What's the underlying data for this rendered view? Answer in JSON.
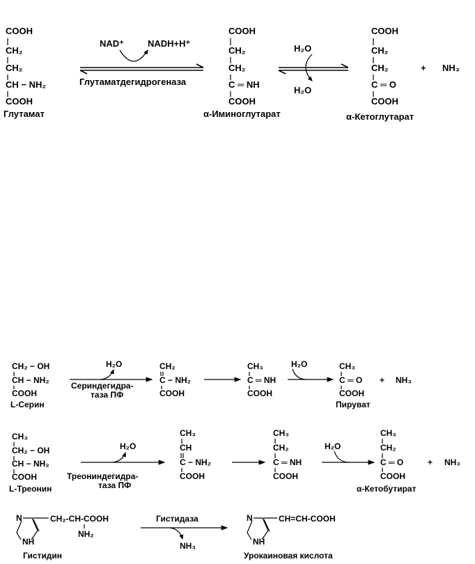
{
  "glutamate_reaction": {
    "glutamate": {
      "l1": "COOH",
      "l2": "CH₂",
      "l3": "CH₂",
      "l4": "CH − NH₂",
      "l5": "COOH",
      "name": "Глутамат"
    },
    "cofactor_in": "NAD⁺",
    "cofactor_out": "NADH+H⁺",
    "enzyme": "Глутаматдегидрогеназа",
    "iminoglutarate": {
      "l1": "COOH",
      "l2": "CH₂",
      "l3": "CH₂",
      "l4": "C ═ NH",
      "l5": "COOH",
      "name": "α-Иминоглутарат"
    },
    "water_top": "H₂O",
    "water_bottom": "H₂O",
    "ketoglutarate": {
      "l1": "COOH",
      "l2": "CH₂",
      "l3": "CH₂",
      "l4": "C ═ O",
      "l5": "COOH",
      "name": "α-Кетоглутарат"
    },
    "plus": "+",
    "ammonia": "NH₃"
  },
  "serine_reaction": {
    "serine": {
      "l1": "CH₂ − OH",
      "l2": "CH − NH₂",
      "l3": "COOH",
      "name": "L-Серин"
    },
    "water": "H₂O",
    "enzyme_l1": "Сериндегидра-",
    "enzyme_l2": "таза ПФ",
    "int1": {
      "l1": "CH₂",
      "l2": "C − NH₂",
      "l3": "COOH"
    },
    "int2": {
      "l1": "CH₃",
      "l2": "C ═ NH",
      "l3": "COOH"
    },
    "water2": "H₂O",
    "pyruvate": {
      "l1": "CH₃",
      "l2": "C ═ O",
      "l3": "COOH",
      "name": "Пируват"
    },
    "plus": "+",
    "ammonia": "NH₃"
  },
  "threonine_reaction": {
    "threonine": {
      "l1": "CH₃",
      "l2": "CH₂ − OH",
      "l3": "CH − NH₂",
      "l4": "COOH",
      "name": "L-Треонин"
    },
    "water": "H₂O",
    "enzyme_l1": "Треониндегидра-",
    "enzyme_l2": "таза ПФ",
    "int1": {
      "l1": "CH₃",
      "l2": "CH",
      "l3": "C − NH₂",
      "l4": "COOH"
    },
    "int2": {
      "l1": "CH₃",
      "l2": "CH₂",
      "l3": "C ═ NH",
      "l4": "COOH"
    },
    "water2": "H₂O",
    "ketobutyrate": {
      "l1": "CH₃",
      "l2": "CH₂",
      "l3": "C ═ O",
      "l4": "COOH",
      "name": "α-Кетобутират"
    },
    "plus": "+",
    "ammonia": "NH₃"
  },
  "histidine_reaction": {
    "histidine": {
      "n": "N",
      "nh": "NH",
      "chain": "CH₂-CH-COOH",
      "nh2": "NH₂",
      "name": "Гистидин"
    },
    "enzyme": "Гистидаза",
    "ammonia": "NH₃",
    "urocanic": {
      "n": "N",
      "nh": "NH",
      "chain": "CH=CH-COOH",
      "name": "Урокаиновая кислота"
    }
  }
}
